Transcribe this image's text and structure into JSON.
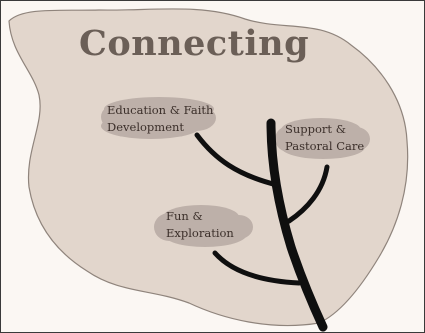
{
  "title": "Connecting",
  "labels": {
    "education": [
      "Education & Faith",
      "Development"
    ],
    "support": [
      "Support &",
      "Pastoral Care"
    ],
    "fun": [
      "Fun &",
      "Exploration"
    ]
  },
  "colors": {
    "background": "#fbf7f3",
    "blob_fill": "#e2d6cc",
    "cloud_fill": "#b7aaa3",
    "branch": "#0f0f0f",
    "title": "#6b5f57"
  }
}
